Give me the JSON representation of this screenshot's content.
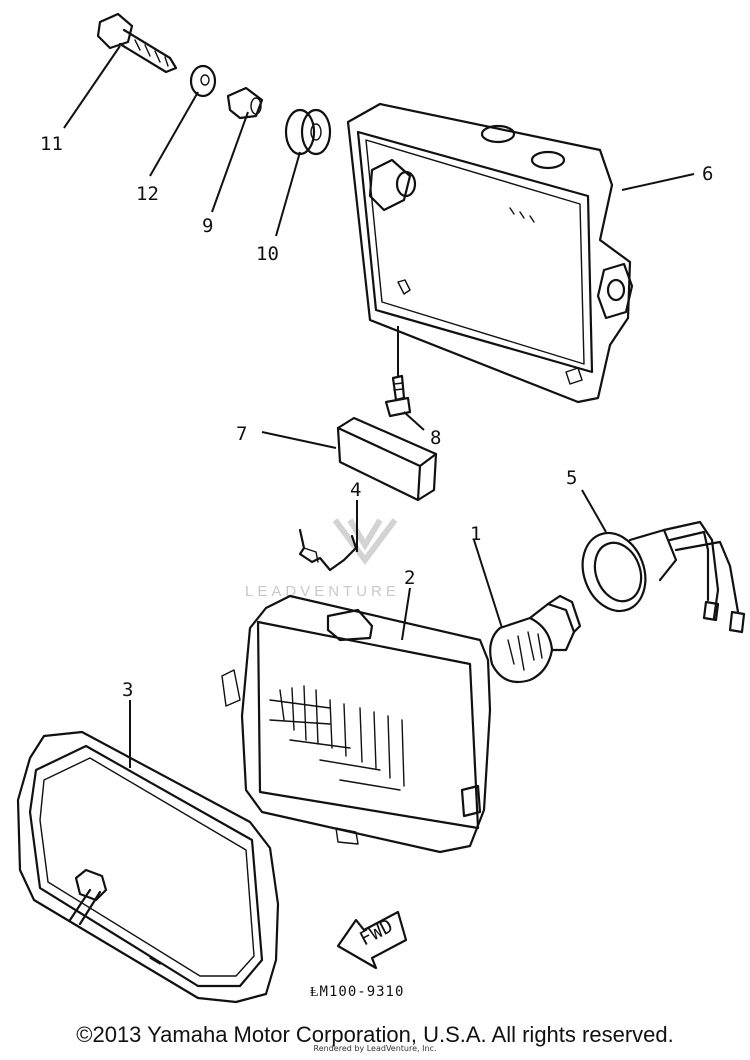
{
  "callouts": {
    "c1": "1",
    "c2": "2",
    "c3": "3",
    "c4": "4",
    "c5": "5",
    "c6": "6",
    "c7": "7",
    "c8": "8",
    "c9": "9",
    "c10": "10",
    "c11": "11",
    "c12": "12"
  },
  "diagram_code": "ⱠM100-9310",
  "direction_label": "FWD",
  "watermark": "LEADVENTURE",
  "footer": {
    "copyright": "©2013 Yamaha Motor Corporation, U.S.A. All rights reserved.",
    "rendered_by": "Rendered by LeadVenture, Inc."
  }
}
